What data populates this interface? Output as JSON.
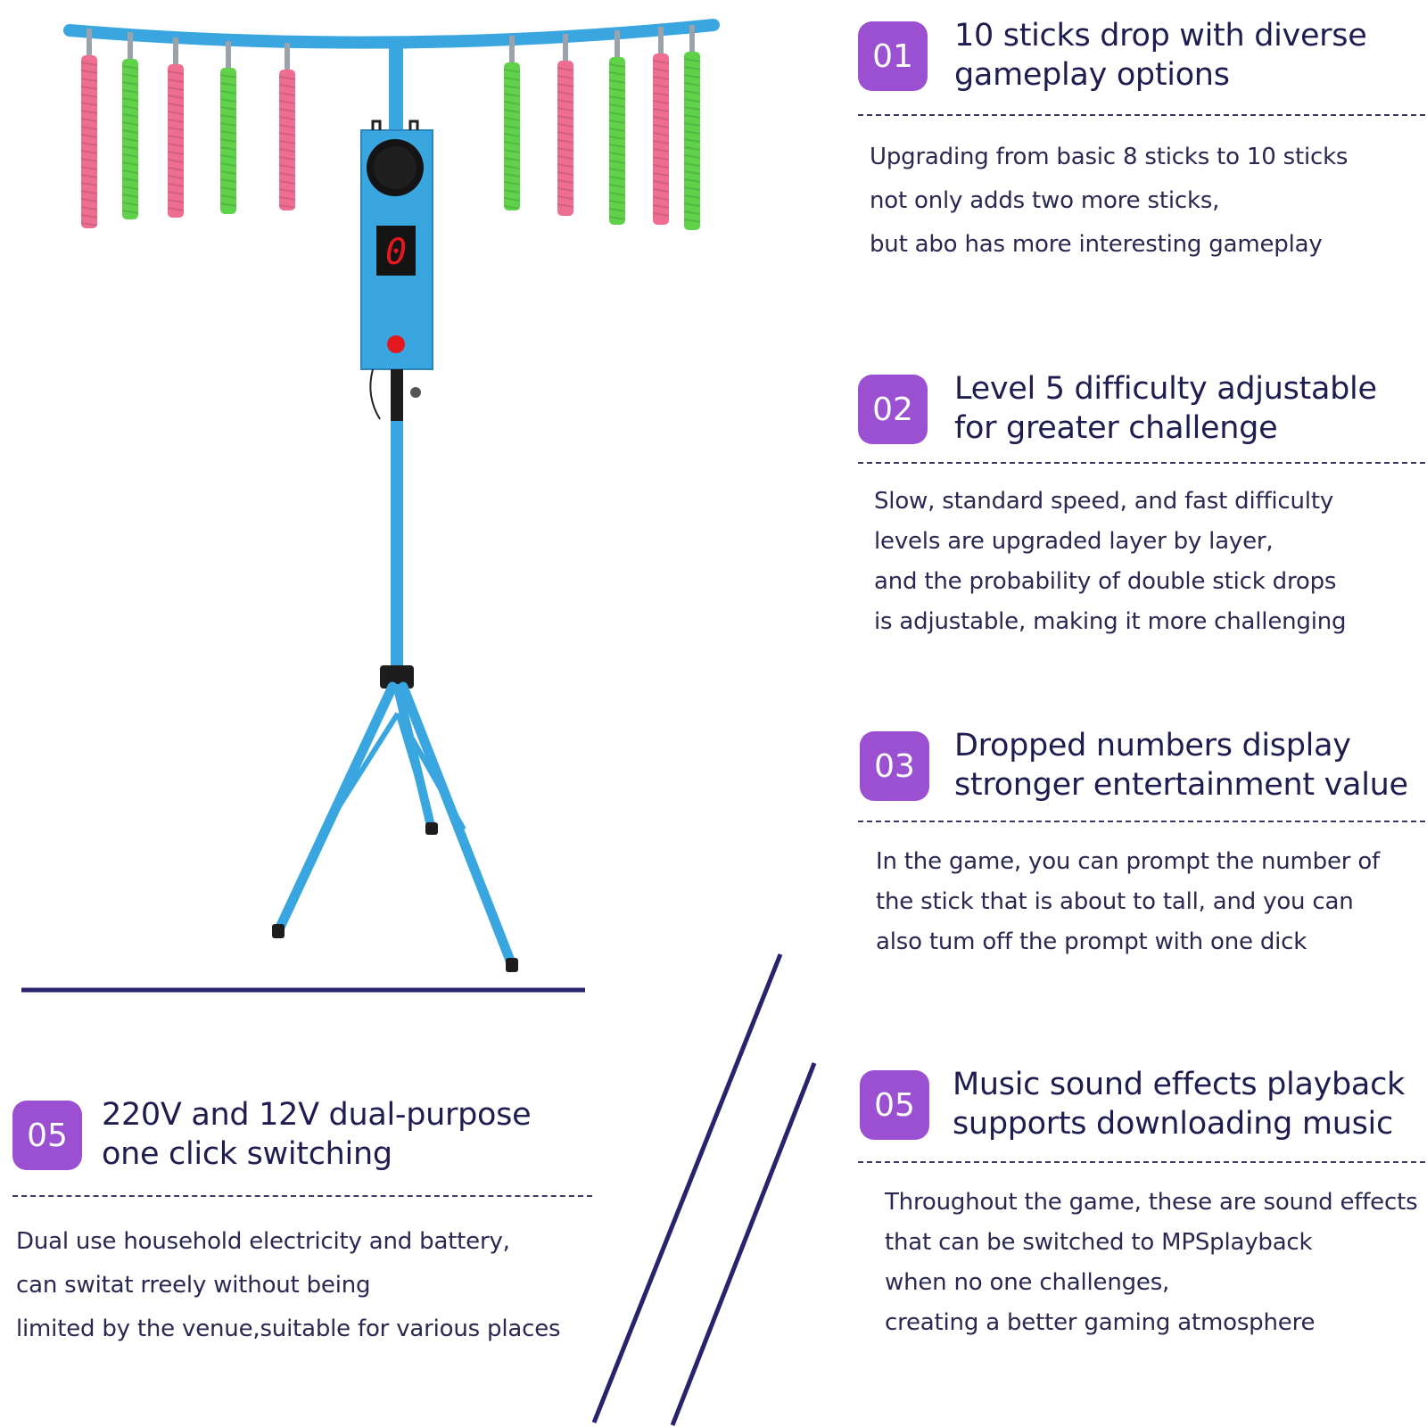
{
  "colors": {
    "badge": "#9b4fd1",
    "heading_text": "#1f1c4f",
    "rule_line": "#29236e",
    "product_blue": "#3aa6e0",
    "pink_stick": "#ee6e92",
    "green_stick": "#5fd24a",
    "display_red": "#e3191e"
  },
  "product": {
    "display_digit": "0",
    "stick_colors": [
      "pink",
      "green",
      "pink",
      "green",
      "pink",
      "green",
      "pink",
      "green",
      "pink",
      "green"
    ]
  },
  "features": [
    {
      "number": "01",
      "heading": [
        "10 sticks drop with diverse",
        "gameplay options"
      ],
      "body": [
        "Upgrading from basic 8 sticks to 10 sticks",
        "not only adds two more sticks,",
        "but abo has more interesting gameplay"
      ]
    },
    {
      "number": "02",
      "heading": [
        "Level 5 difficulty adjustable",
        "for greater challenge"
      ],
      "body": [
        "Slow, standard speed, and fast difficulty",
        "levels are upgraded layer by layer,",
        "and the probability of double stick drops",
        "is adjustable, making it more challenging"
      ]
    },
    {
      "number": "03",
      "heading": [
        "Dropped numbers display",
        "stronger entertainment value"
      ],
      "body": [
        "In the game, you can prompt the number of",
        "the stick that is about to tall, and you can",
        "also tum off the prompt with one dick"
      ]
    },
    {
      "number": "05",
      "heading": [
        "220V and 12V dual-purpose",
        "one click switching"
      ],
      "body": [
        "Dual use household electricity and battery,",
        "can switat rreely without being",
        "limited by the venue,suitable for various places"
      ]
    },
    {
      "number": "05",
      "heading": [
        "Music sound effects playback",
        "supports downloading music"
      ],
      "body": [
        "Throughout the game, these are sound effects",
        "that can be switched to MPSplayback",
        "when no one challenges,",
        "creating a better gaming atmosphere"
      ]
    }
  ]
}
